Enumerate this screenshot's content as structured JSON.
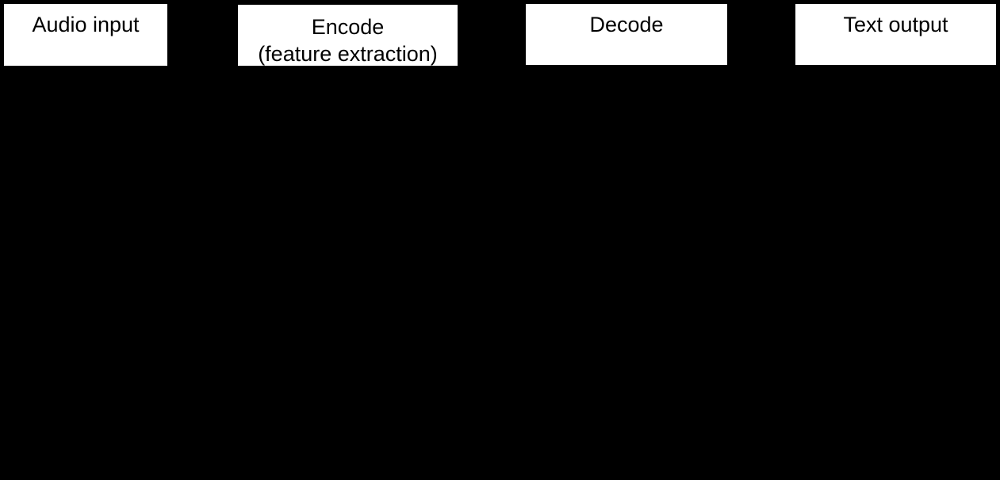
{
  "diagram": {
    "stages": [
      {
        "lines": [
          "Audio input"
        ]
      },
      {
        "lines": [
          "Encode",
          "(feature extraction)"
        ]
      },
      {
        "lines": [
          "Decode"
        ]
      },
      {
        "lines": [
          "Text output"
        ]
      }
    ]
  }
}
